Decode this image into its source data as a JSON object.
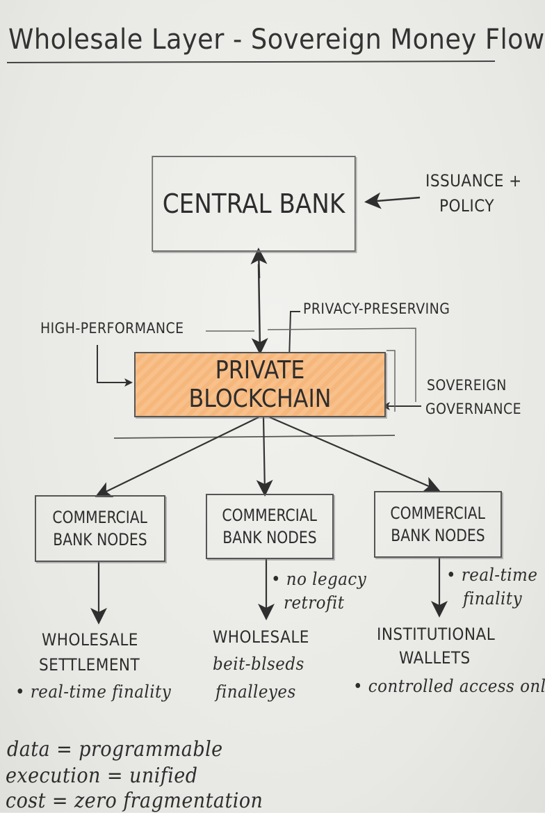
{
  "title": "Wholesale Layer - Sovereign Money Flow",
  "central_bank": {
    "label": "CENTRAL BANK",
    "input_label_line1": "ISSUANCE +",
    "input_label_line2": "POLICY"
  },
  "private_blockchain": {
    "label": "PRIVATE BLOCKCHAIN",
    "fill_color": "#f8c08a",
    "left_label": "HIGH-PERFORMANCE",
    "top_label": "PRIVACY-PRESERVING",
    "right_label_line1": "SOVEREIGN",
    "right_label_line2": "GOVERNANCE"
  },
  "nodes": [
    {
      "label_line1": "COMMERCIAL",
      "label_line2": "BANK NODES",
      "note_line1": "",
      "note_line2": "",
      "output_line1": "WHOLESALE",
      "output_line2": "SETTLEMENT",
      "output_note": "• real-time finality"
    },
    {
      "label_line1": "COMMERCIAL",
      "label_line2": "BANK NODES",
      "note_line1": "• no legacy",
      "note_line2": "retrofit",
      "output_line1": "WHOLESALE",
      "output_line2": "beit-blseds",
      "output_note": "finalleyes"
    },
    {
      "label_line1": "COMMERCIAL",
      "label_line2": "BANK NODES",
      "note_line1": "• real-time",
      "note_line2": "finality",
      "output_line1": "INSTITUTIONAL",
      "output_line2": "WALLETS",
      "output_note": "• controlled access only"
    }
  ],
  "equations": [
    "data = programmable",
    "execution = unified",
    "cost = zero fragmentation"
  ],
  "colors": {
    "ink": "#2d2d2d",
    "paper": "#ececea",
    "highlight": "#f8c08a"
  }
}
